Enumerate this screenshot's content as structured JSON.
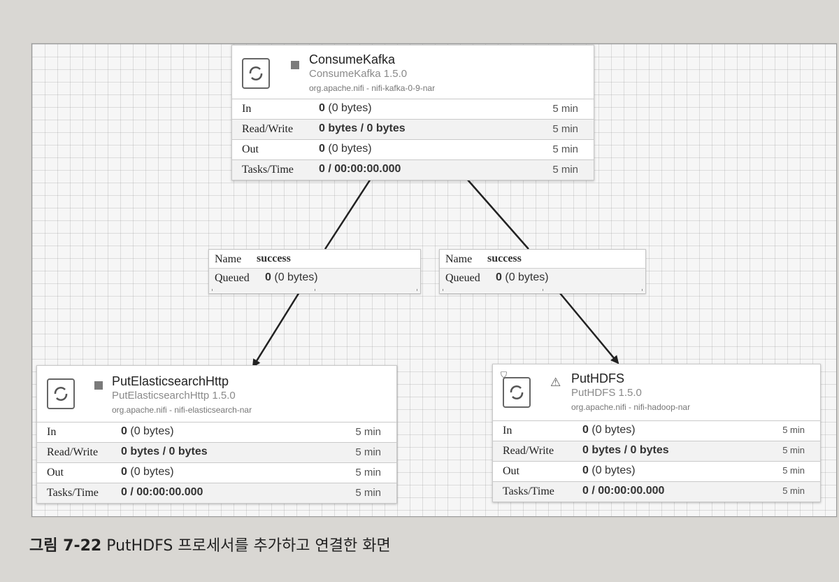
{
  "processors": {
    "consume_kafka": {
      "name": "ConsumeKafka",
      "type": "ConsumeKafka 1.5.0",
      "bundle": "org.apache.nifi - nifi-kafka-0-9-nar",
      "stats": {
        "in_label": "In",
        "in_value": "0",
        "in_bytes": "(0 bytes)",
        "in_time": "5 min",
        "rw_label": "Read/Write",
        "rw_value": "0 bytes / 0 bytes",
        "rw_time": "5 min",
        "out_label": "Out",
        "out_value": "0",
        "out_bytes": "(0 bytes)",
        "out_time": "5 min",
        "tasks_label": "Tasks/Time",
        "tasks_value": "0 / 00:00:00.000",
        "tasks_time": "5 min"
      }
    },
    "put_elasticsearch": {
      "name": "PutElasticsearchHttp",
      "type": "PutElasticsearchHttp 1.5.0",
      "bundle": "org.apache.nifi - nifi-elasticsearch-nar",
      "stats": {
        "in_label": "In",
        "in_value": "0",
        "in_bytes": "(0 bytes)",
        "in_time": "5 min",
        "rw_label": "Read/Write",
        "rw_value": "0 bytes / 0 bytes",
        "rw_time": "5 min",
        "out_label": "Out",
        "out_value": "0",
        "out_bytes": "(0 bytes)",
        "out_time": "5 min",
        "tasks_label": "Tasks/Time",
        "tasks_value": "0 / 00:00:00.000",
        "tasks_time": "5 min"
      }
    },
    "put_hdfs": {
      "name": "PutHDFS",
      "type": "PutHDFS 1.5.0",
      "bundle": "org.apache.nifi - nifi-hadoop-nar",
      "stats": {
        "in_label": "In",
        "in_value": "0",
        "in_bytes": "(0 bytes)",
        "in_time": "5 min",
        "rw_label": "Read/Write",
        "rw_value": "0 bytes / 0 bytes",
        "rw_time": "5 min",
        "out_label": "Out",
        "out_value": "0",
        "out_bytes": "(0 bytes)",
        "out_time": "5 min",
        "tasks_label": "Tasks/Time",
        "tasks_value": "0 / 00:00:00.000",
        "tasks_time": "5 min"
      }
    }
  },
  "connections": {
    "left": {
      "name_label": "Name",
      "name_value": "success",
      "queued_label": "Queued",
      "queued_value": "0",
      "queued_bytes": "(0 bytes)"
    },
    "right": {
      "name_label": "Name",
      "name_value": "success",
      "queued_label": "Queued",
      "queued_value": "0",
      "queued_bytes": "(0 bytes)"
    }
  },
  "icons": {
    "processor": "processor-icon",
    "stopped": "stopped-icon",
    "warning": "warning-icon",
    "restricted": "restricted-icon"
  },
  "caption": {
    "figure": "그림 7-22",
    "text": "PutHDFS 프로세서를 추가하고 연결한 화면"
  }
}
